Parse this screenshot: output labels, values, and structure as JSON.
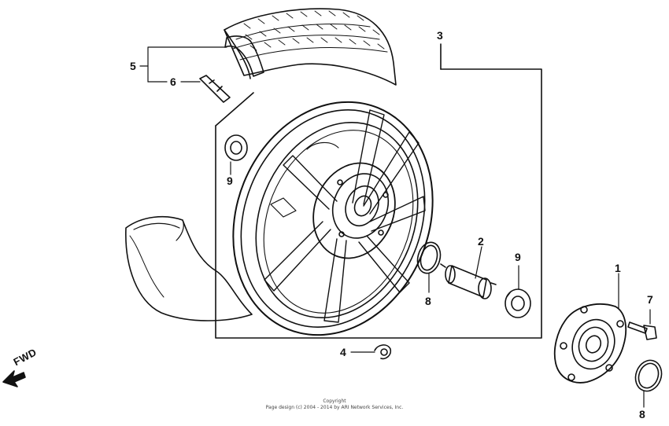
{
  "callouts": {
    "c1": "1",
    "c2": "2",
    "c3": "3",
    "c4": "4",
    "c5": "5",
    "c6": "6",
    "c7": "7",
    "c8_left": "8",
    "c8_right": "8",
    "c9_left": "9",
    "c9_right": "9"
  },
  "direction_label": "FWD",
  "copyright": {
    "line1": "Copyright",
    "line2": "Page design (c) 2004 - 2014 by ARI Network Services, Inc."
  },
  "colors": {
    "ink": "#111111",
    "background": "#ffffff"
  }
}
